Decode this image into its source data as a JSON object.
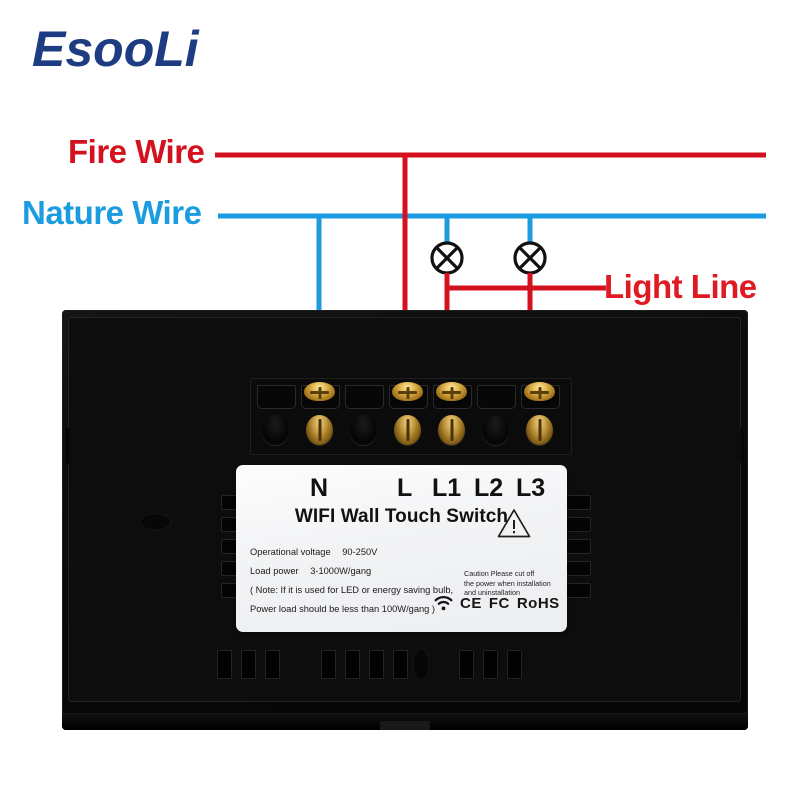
{
  "brand": {
    "name": "EsooLi",
    "color": "#1d3c82"
  },
  "annotations": [
    {
      "id": "fire-wire",
      "label": "Fire Wire",
      "color": "#d4111e"
    },
    {
      "id": "nature-wire",
      "label": "Nature Wire",
      "color": "#1b9ce0"
    },
    {
      "id": "light-line",
      "label": "Light Line",
      "color": "#e01a22"
    }
  ],
  "wiring": {
    "fire_wire_color": "#d4111e",
    "nature_wire_color": "#1b9ce0",
    "light_line_color": "#d4111e",
    "lamp_symbol": "crossed-circle",
    "lamp_count": 2
  },
  "device": {
    "type": "wall-touch-switch-back",
    "body_color": "#0b0b0b",
    "terminal_screw_color": "#c39a3e"
  },
  "label": {
    "terminals": [
      "N",
      "L",
      "L1",
      "L2",
      "L3"
    ],
    "product_name": "WIFI Wall Touch Switch",
    "specs": [
      {
        "name": "Operational voltage",
        "value": "90-250V"
      },
      {
        "name": "Load power",
        "value": "3-1000W/gang"
      }
    ],
    "note_line_1": "( Note: If it is used for LED or energy saving bulb,",
    "note_line_2": "Power load should be less than 100W/gang )",
    "caution": "Caution Please cut off\nthe power when installation\nand uninstallation",
    "certifications": [
      "CE",
      "FC",
      "RoHS"
    ],
    "wifi_icon": "wifi-icon"
  }
}
